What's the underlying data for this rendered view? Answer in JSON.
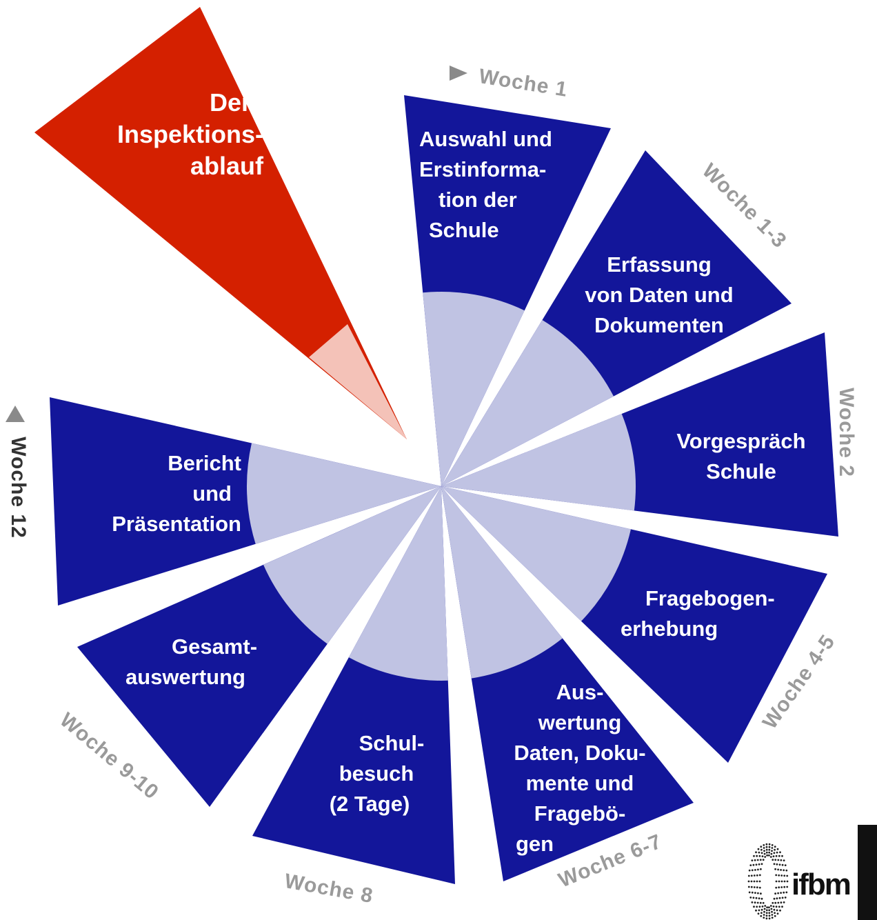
{
  "title": {
    "lines": [
      "Der",
      "Inspektions-",
      "ablauf"
    ]
  },
  "segments": [
    {
      "lines": [
        "Auswahl und",
        "Erstinforma-",
        "tion der",
        "Schule"
      ],
      "week": "Woche  1"
    },
    {
      "lines": [
        "Erfassung",
        "von Daten und",
        "Dokumenten"
      ],
      "week": "Woche 1-3"
    },
    {
      "lines": [
        "Vorgespräch",
        "Schule"
      ],
      "week": "Woche  2"
    },
    {
      "lines": [
        "Fragebogen-",
        "erhebung"
      ],
      "week": "Woche  4-5"
    },
    {
      "lines": [
        "Aus-",
        "wertung",
        "Daten, Doku-",
        "mente  und",
        "Fragebö-",
        "gen"
      ],
      "week": "Woche  6-7"
    },
    {
      "lines": [
        "Schul-",
        "besuch",
        "(2 Tage)"
      ],
      "week": "Woche  8"
    },
    {
      "lines": [
        "Gesamt-",
        "auswertung"
      ],
      "week": "Woche 9-10"
    },
    {
      "lines": [
        "Bericht",
        "und",
        "Präsentation"
      ],
      "week": "Woche  12"
    }
  ],
  "logo": {
    "text": "ifbm",
    "name": "ifbm-logo"
  },
  "colors": {
    "segment": "#13169a",
    "circle": "#c0c3e3",
    "title_wedge": "#d42000",
    "title_wedge_inner": "#f4c2b8",
    "week_label": "#9a9a9a"
  }
}
